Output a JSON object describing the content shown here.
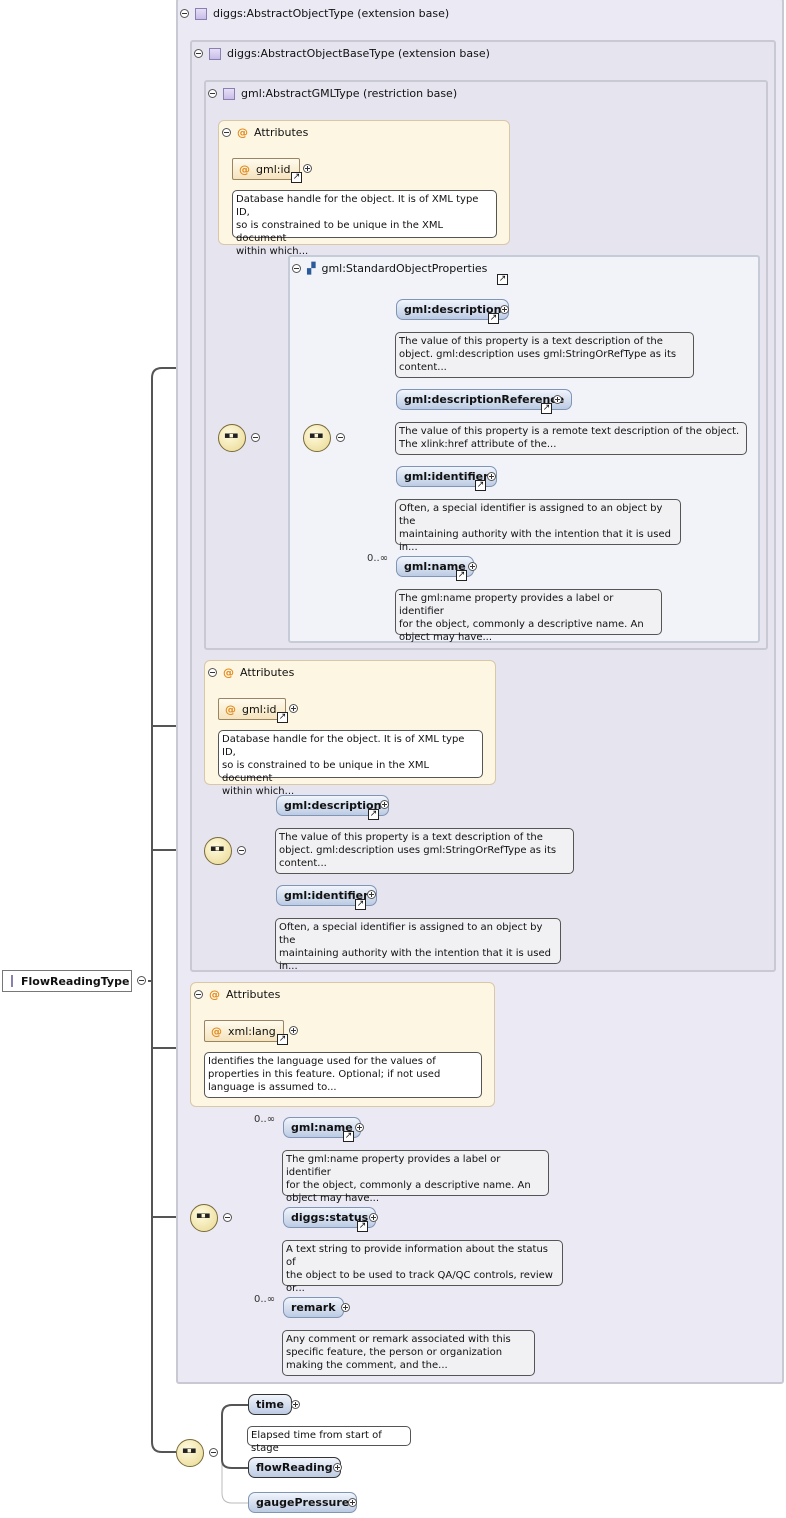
{
  "root": {
    "label": "FlowReadingType"
  },
  "frames": {
    "abstract_object": "diggs:AbstractObjectType (extension base)",
    "abstract_object_base": "diggs:AbstractObjectBaseType (extension base)",
    "abstract_gml": "gml:AbstractGMLType (restriction base)",
    "standard_props": "gml:StandardObjectProperties"
  },
  "attributes_label": "Attributes",
  "attr_symbol": "@",
  "cardinality": "0..∞",
  "gml_attr": {
    "name": "gml:id",
    "desc": [
      "Database handle for the object. It is of XML type ID,",
      "so is constrained to be unique in the XML document",
      "within which..."
    ]
  },
  "standard_elements": [
    {
      "name": "gml:description",
      "desc": [
        "The value of this property is a text description of the",
        "object. gml:description uses gml:StringOrRefType as its",
        "content..."
      ]
    },
    {
      "name": "gml:descriptionReference",
      "desc": [
        "The value of this property is a remote text description of the object.",
        "The xlink:href attribute of the..."
      ]
    },
    {
      "name": "gml:identifier",
      "desc": [
        "Often, a special identifier is assigned to an object by the",
        "maintaining authority with the intention that it is used",
        "in..."
      ]
    },
    {
      "name": "gml:name",
      "desc": [
        "The gml:name property provides a label or identifier",
        "for the object, commonly a descriptive name. An",
        "object may have..."
      ]
    }
  ],
  "base_attr": {
    "name": "gml:id",
    "desc": [
      "Database handle for the object. It is of XML type ID,",
      "so is constrained to be unique in the XML document",
      "within which..."
    ]
  },
  "base_elements": [
    {
      "name": "gml:description",
      "desc": [
        "The value of this property is a text description of the",
        "object. gml:description uses gml:StringOrRefType as its",
        "content..."
      ]
    },
    {
      "name": "gml:identifier",
      "desc": [
        "Often, a special identifier is assigned to an object by the",
        "maintaining authority with the intention that it is used",
        "in..."
      ]
    }
  ],
  "object_attr": {
    "name": "xml:lang",
    "desc": [
      "Identifies the language used for the values of",
      "properties in this feature. Optional; if not used",
      "language is assumed to..."
    ]
  },
  "object_elements": [
    {
      "name": "gml:name",
      "desc": [
        "The gml:name property provides a label or identifier",
        "for the object, commonly a descriptive name. An",
        "object may have..."
      ]
    },
    {
      "name": "diggs:status",
      "desc": [
        "A text string to provide information about the status of",
        "the object to be used to track QA/QC controls, review",
        "or..."
      ]
    },
    {
      "name": "remark",
      "desc": [
        "Any comment or remark associated with this",
        "specific feature, the person or organization",
        "making the comment, and the..."
      ]
    }
  ],
  "flow_elements": [
    {
      "name": "time",
      "desc": "Elapsed time from start of stage"
    },
    {
      "name": "flowReading"
    },
    {
      "name": "gaugePressure"
    }
  ]
}
